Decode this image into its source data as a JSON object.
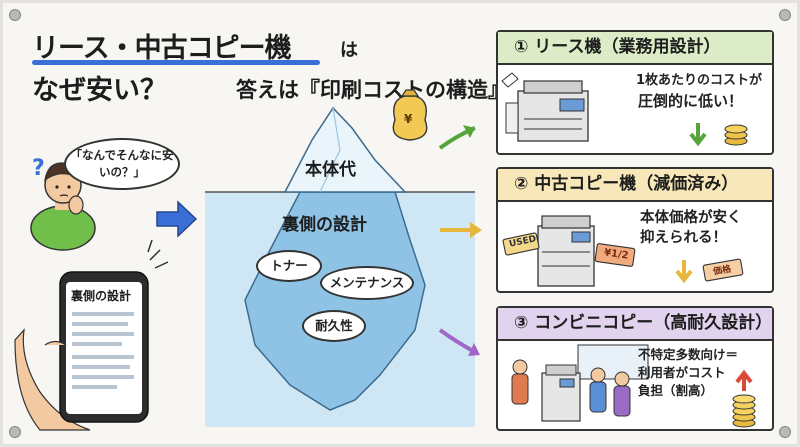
{
  "title": {
    "line1": "リース・中古コピー機",
    "line1_suffix": "は",
    "line2": "なぜ安い？",
    "answer": "答えは『印刷コストの構造』"
  },
  "person": {
    "speech": "「なんでそんなに安いの？」",
    "question_mark": "?"
  },
  "phone": {
    "screen_title": "裏側の設計"
  },
  "money_bag": {
    "symbol": "¥"
  },
  "iceberg": {
    "tip_label": "本体代",
    "hidden_label": "裏側の設計",
    "items": [
      "トナー",
      "メンテナンス",
      "耐久性"
    ]
  },
  "panels": [
    {
      "heading": "① リース機（業務用設計）",
      "note_line1": "1枚あたりのコストが",
      "note_line2": "圧倒的に低い！",
      "color": "#dcecc6"
    },
    {
      "heading": "② 中古コピー機（減価済み）",
      "note_line1": "本体価格が安く",
      "note_line2": "抑えられる！",
      "tag_used": "USED",
      "tag_price": "¥1/2",
      "tag_yasu": "価格",
      "color": "#f8e7b9"
    },
    {
      "heading": "③ コンビニコピー（高耐久設計）",
      "note_line1": "不特定多数向け＝",
      "note_line2": "利用者がコスト",
      "note_line3": "負担（割高）",
      "color": "#e1d3ee"
    }
  ],
  "colors": {
    "accent_blue": "#3a6fd8",
    "arrow_green": "#58a43c",
    "arrow_yellow": "#e6b73a",
    "arrow_purple": "#a066c8",
    "ice_light": "#d6ecf7",
    "ice_deep": "#8fc3e6",
    "ocean": "#cfe7f5"
  }
}
